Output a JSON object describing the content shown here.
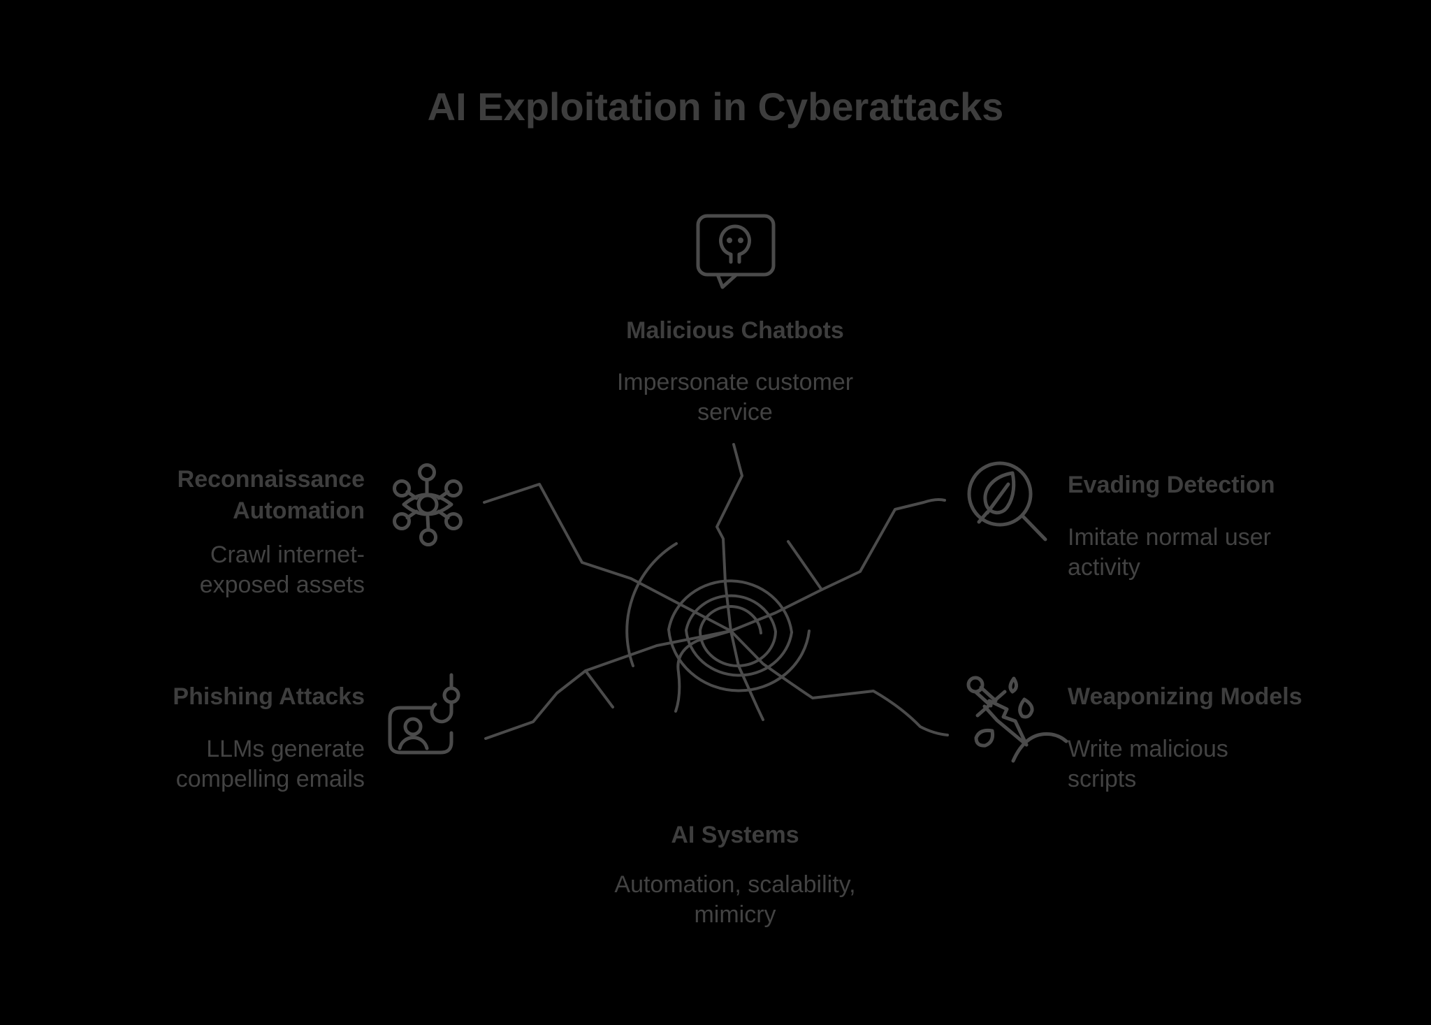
{
  "page": {
    "title": "AI Exploitation in Cyberattacks"
  },
  "colors": {
    "background": "#000000",
    "heading_text": "#3e3e3e",
    "body_text": "#434343",
    "line": "#4b4b4b"
  },
  "nodes": {
    "malicious_chatbots": {
      "icon": "skull-speech-bubble-icon",
      "title_lines": [
        "Malicious Chatbots"
      ],
      "desc_lines": [
        "Impersonate customer",
        "service"
      ]
    },
    "reconnaissance_automation": {
      "icon": "surveillance-network-icon",
      "title_lines": [
        "Reconnaissance",
        "Automation"
      ],
      "desc_lines": [
        "Crawl internet-",
        "exposed assets"
      ]
    },
    "evading_detection": {
      "icon": "leaf-magnifier-icon",
      "title_lines": [
        "Evading Detection"
      ],
      "desc_lines": [
        "Imitate normal user",
        "activity"
      ]
    },
    "phishing_attacks": {
      "icon": "id-card-fishhook-icon",
      "title_lines": [
        "Phishing Attacks"
      ],
      "desc_lines": [
        "LLMs generate",
        "compelling emails"
      ]
    },
    "weaponizing_models": {
      "icon": "dagger-blood-drops-icon",
      "title_lines": [
        "Weaponizing Models"
      ],
      "desc_lines": [
        "Write malicious",
        "scripts"
      ]
    },
    "ai_systems": {
      "title_lines": [
        "AI Systems"
      ],
      "desc_lines": [
        "Automation, scalability,",
        "mimicry"
      ]
    }
  }
}
